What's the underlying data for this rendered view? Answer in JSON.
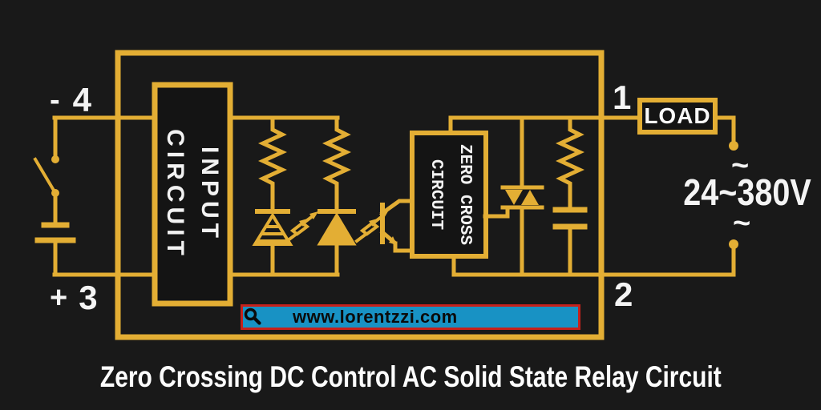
{
  "colors": {
    "background": "#191919",
    "wire_yellow": "#e3ae34",
    "label_white": "#f4f4f4",
    "banner_fill": "#1892c4",
    "banner_border": "#c6211b",
    "banner_text": "#0b0b0b"
  },
  "terminals": {
    "neg_sign": "-",
    "neg_number": "4",
    "pos_sign": "+",
    "pos_number": "3",
    "ac_top_number": "1",
    "ac_bottom_number": "2"
  },
  "blocks": {
    "input_line1": "INPUT",
    "input_line2": "CIRCUIT",
    "zero_cross_line1": "ZERO CROSS",
    "zero_cross_line2": "CIRCUIT",
    "load_label": "LOAD"
  },
  "ac_source": {
    "tilde_top": "~",
    "voltage_range": "24~380V",
    "tilde_bottom": "~"
  },
  "banner": {
    "icon": "search-icon",
    "url_text": "www.lorentzzi.com"
  },
  "caption": "Zero Crossing DC Control AC Solid State Relay Circuit",
  "symbols": [
    "dc-switch",
    "battery",
    "resistor",
    "led",
    "phototransistor",
    "triac",
    "capacitor",
    "load"
  ]
}
